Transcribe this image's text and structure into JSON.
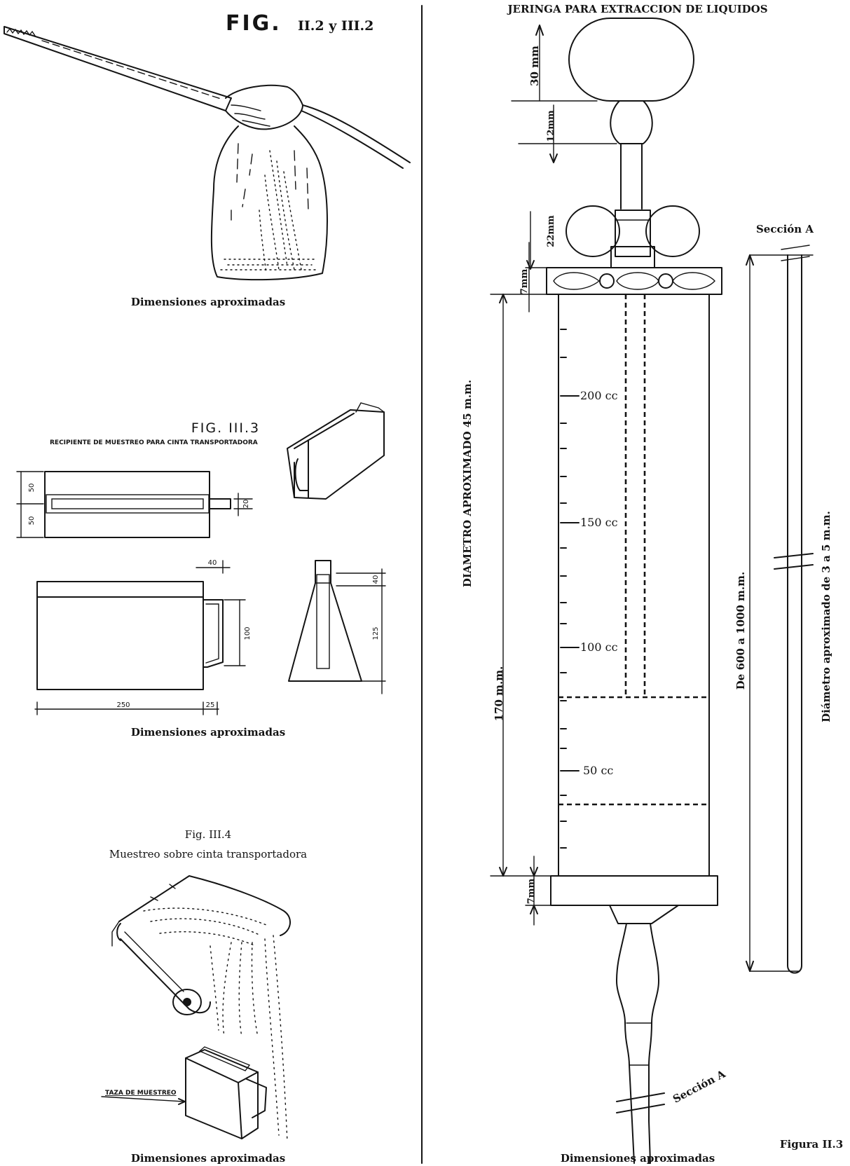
{
  "fig_2": {
    "title_prefix": "FIG.",
    "title_suffix": "II.2 y III.2",
    "caption": "Dimensiones aproximadas"
  },
  "fig_3": {
    "title": "FIG. III.3",
    "subtitle": "RECIPIENTE DE MUESTREO PARA CINTA TRANSPORTADORA",
    "dims": {
      "d50_top": "50",
      "d50_bottom": "50",
      "d20": "20",
      "d40": "40",
      "d100": "100",
      "d250": "250",
      "d25": "25",
      "d40b": "40",
      "d125": "125"
    },
    "caption": "Dimensiones aproximadas"
  },
  "fig_4": {
    "title": "Fig. III.4",
    "subtitle": "Muestreo sobre cinta transportadora",
    "label_taza": "TAZA DE MUESTREO",
    "caption": "Dimensiones aproximadas"
  },
  "syringe": {
    "title": "JERINGA PARA EXTRACCION DE LIQUIDOS",
    "dim_30": "30 mm",
    "dim_12": "12mm",
    "dim_22": "22mm",
    "dim_7_top": "7mm",
    "dim_7_bottom": "7mm",
    "dim_170": "170 m.m.",
    "diameter_label": "DIAMETRO APROXIMADO 45 m.m.",
    "scale": [
      "200 cc",
      "150 cc",
      "100 cc",
      "50 cc"
    ],
    "section_label_bottom": "Sección A",
    "caption": "Dimensiones aproximadas"
  },
  "section_a": {
    "title": "Sección A",
    "length_label": "De 600 a 1000 m.m.",
    "diameter_label": "Diámetro aproximado de 3 a 5 m.m."
  },
  "figure_label": "Figura II.3"
}
